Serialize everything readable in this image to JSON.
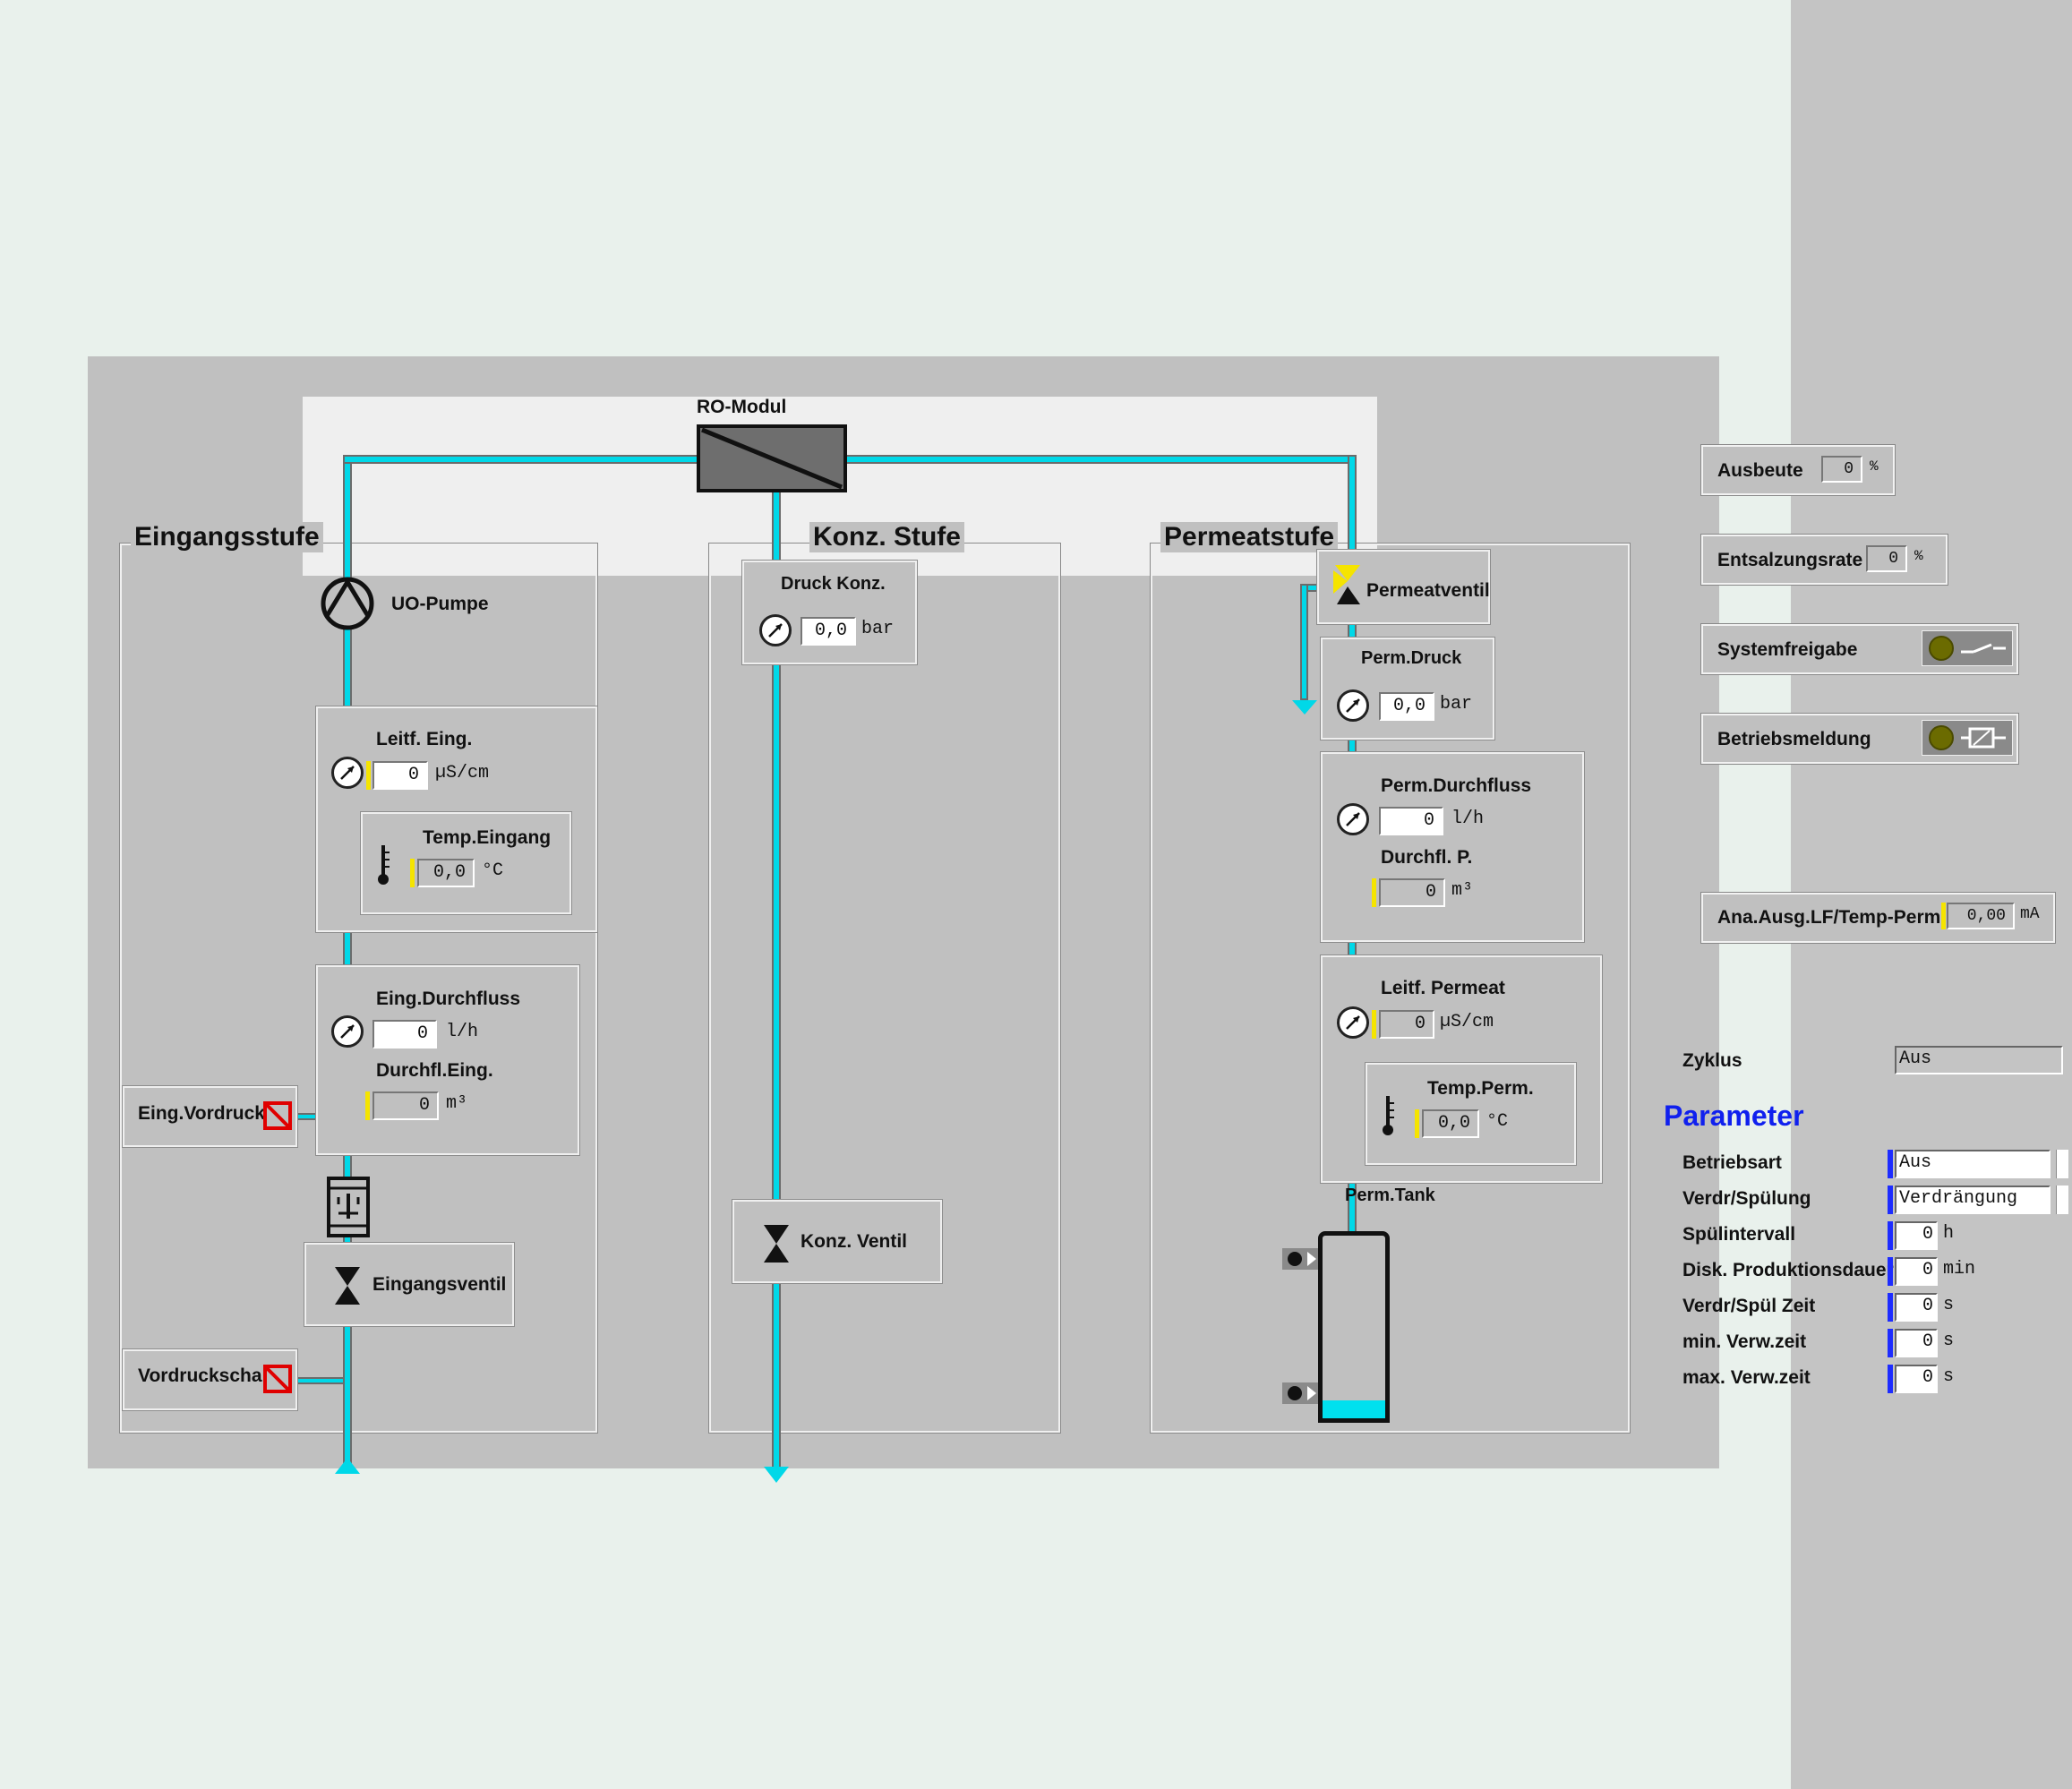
{
  "flow": {
    "ro_module": "RO-Modul",
    "stage_input": "Eingangsstufe",
    "stage_konz": "Konz. Stufe",
    "stage_perm": "Permeatstufe",
    "uo_pumpe": "UO-Pumpe",
    "leitf_eing": {
      "label": "Leitf. Eing.",
      "value": "0",
      "unit": "µS/cm"
    },
    "temp_eingang": {
      "label": "Temp.Eingang",
      "value": "0,0",
      "unit": "°C"
    },
    "eing_durchfluss": {
      "label": "Eing.Durchfluss",
      "value": "0",
      "unit": "l/h"
    },
    "durchfl_eing": {
      "label": "Durchfl.Eing.",
      "value": "0",
      "unit": "m³"
    },
    "eing_vordruck": "Eing.Vordruck",
    "eingangsventil": "Eingangsventil",
    "vordruckschalter": "Vordruckscha",
    "druck_konz": {
      "label": "Druck Konz.",
      "value": "0,0",
      "unit": "bar"
    },
    "konz_ventil": "Konz. Ventil",
    "permeatventil": "Permeatventil",
    "perm_druck": {
      "label": "Perm.Druck",
      "value": "0,0",
      "unit": "bar"
    },
    "perm_durchfluss": {
      "label": "Perm.Durchfluss",
      "value": "0",
      "unit": "l/h"
    },
    "durchfl_p": {
      "label": "Durchfl. P.",
      "value": "0",
      "unit": "m³"
    },
    "leitf_permeat": {
      "label": "Leitf. Permeat",
      "value": "0",
      "unit": "µS/cm"
    },
    "temp_perm": {
      "label": "Temp.Perm.",
      "value": "0,0",
      "unit": "°C"
    },
    "perm_tank": {
      "label": "Perm.Tank",
      "level_fraction": 0.1
    }
  },
  "status": {
    "ausbeute": {
      "label": "Ausbeute",
      "value": "0",
      "unit": "%"
    },
    "entsalzungsrate": {
      "label": "Entsalzungsrate",
      "value": "0",
      "unit": "%"
    },
    "systemfreigabe": "Systemfreigabe",
    "betriebsmeldung": "Betriebsmeldung",
    "ana_ausg": {
      "label": "Ana.Ausg.LF/Temp-Perm",
      "value": "0,00",
      "unit": "mA"
    },
    "zyklus": {
      "label": "Zyklus",
      "value": "Aus"
    }
  },
  "parameter": {
    "title": "Parameter",
    "rows": [
      {
        "label": "Betriebsart",
        "value": "Aus",
        "unit": ""
      },
      {
        "label": "Verdr/Spülung",
        "value": "Verdrängung",
        "unit": ""
      },
      {
        "label": "Spülintervall",
        "value": "0",
        "unit": "h"
      },
      {
        "label": "Disk. Produktionsdauer",
        "value": "0",
        "unit": "min"
      },
      {
        "label": "Verdr/Spül Zeit",
        "value": "0",
        "unit": "s"
      },
      {
        "label": "min. Verw.zeit",
        "value": "0",
        "unit": "s"
      },
      {
        "label": "max. Verw.zeit",
        "value": "0",
        "unit": "s"
      }
    ]
  },
  "colors": {
    "pipe": "#00d8e8",
    "alarm": "#e00000",
    "lamp": "#6b6b00",
    "parameter_title": "#1020ee"
  }
}
